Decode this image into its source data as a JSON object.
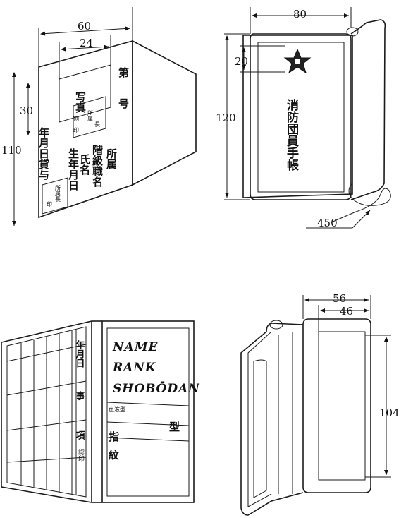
{
  "fig1": {
    "dims": {
      "w60": "60",
      "w24": "24",
      "h30": "30",
      "h110": "110"
    },
    "photo": "写真",
    "stamp_box": {
      "shozoku": "所属",
      "chou": "長",
      "sei": "割",
      "in": "印"
    },
    "dai": "第",
    "gou": "号",
    "col_left": "年月日貸与",
    "col_birth": "生年月日",
    "col_name": "氏名",
    "col_rank": "階級職名",
    "col_shozoku": "所属",
    "bottom_stamp": {
      "text": "所属長",
      "in": "印"
    }
  },
  "fig2": {
    "dims": {
      "w80": "80",
      "h20": "20",
      "h120": "120",
      "cord": "450"
    },
    "title": "消防団員手帳"
  },
  "fig3": {
    "name": "NAME",
    "rank": "RANK",
    "shobodan": "SHOBŌDAN",
    "nengappi": "年月日",
    "ji": "事",
    "kou": "項",
    "in": "認印",
    "ketsueki_small": "血液型",
    "kata": "型",
    "shi": "指",
    "mon": "紋"
  },
  "fig4": {
    "dims": {
      "w56": "56",
      "w46": "46",
      "h104": "104"
    }
  }
}
